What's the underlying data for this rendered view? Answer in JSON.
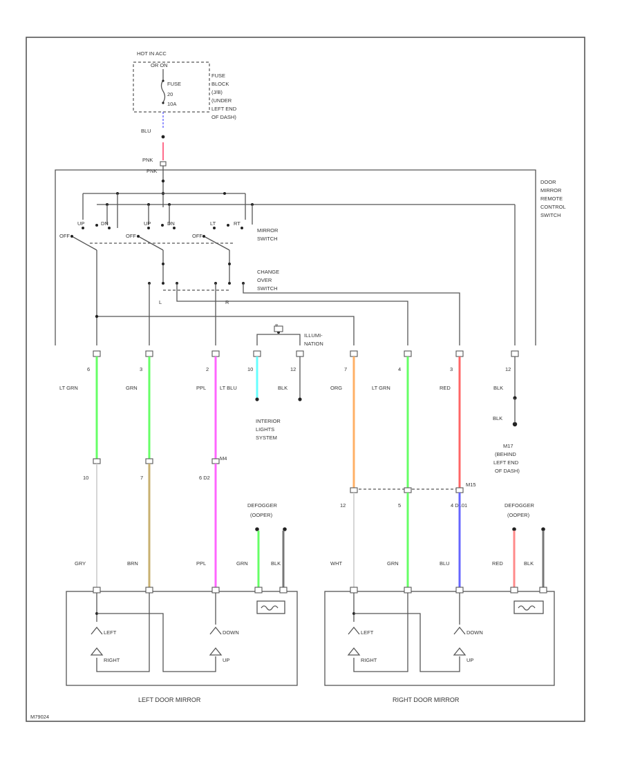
{
  "fuse_block": {
    "hot_label": "HOT IN ACC",
    "ccw_label": "OR ON",
    "fuse_label": "FUSE",
    "fuse_num": "20",
    "fuse_amp": "10A",
    "desc": [
      "FUSE",
      "BLOCK",
      "(J/B)",
      "(UNDER",
      "LEFT END",
      "OF DASH)"
    ]
  },
  "wires_top": {
    "blu": "BLU",
    "pnk": "PNK",
    "pnk2": "PNK"
  },
  "components": {
    "remote_switch": [
      "DOOR",
      "MIRROR",
      "REMOTE",
      "CONTROL",
      "SWITCH"
    ],
    "mirror_switch": [
      "MIRROR",
      "SWITCH"
    ],
    "change_over": [
      "CHANGE",
      "OVER",
      "SWITCH"
    ],
    "sw_labels": [
      "OFF",
      "UP",
      "DN",
      "OFF",
      "UP",
      "DN",
      "OFF",
      "LT",
      "RT"
    ],
    "co_labels": [
      "L",
      "R"
    ],
    "illum": [
      "ILLUMI-",
      "NATION"
    ],
    "illum_pin": "8",
    "interior": [
      "INTERIOR",
      "LIGHTS",
      "SYSTEM"
    ],
    "ground": [
      "M17",
      "(BEHIND",
      "LEFT END",
      "OF DASH)"
    ]
  },
  "switch_pins": [
    "6",
    "3",
    "2",
    "10",
    "12",
    "7",
    "4",
    "3",
    "12"
  ],
  "switch_wires": [
    "LT GRN",
    "GRN",
    "PPL",
    "LT BLU",
    "BLK",
    "ORG",
    "LT GRN",
    "RED",
    "BLK"
  ],
  "blk_ground": "BLK",
  "splice_labels": {
    "m": "M4",
    "n": "M15",
    "d": "D101"
  },
  "mirror_pins": {
    "left": [
      "10",
      "7",
      "6  D2"
    ],
    "right": [
      "12",
      "5",
      "4  D101"
    ]
  },
  "mirror_wires": {
    "left": [
      "GRY",
      "BRN",
      "PPL",
      "GRN",
      "BLK"
    ],
    "right": [
      "WHT",
      "GRN",
      "BLU",
      "RED",
      "BLK"
    ]
  },
  "defogger": [
    "DEFOGGER",
    "(OOPER)"
  ],
  "motor_labels": [
    "LEFT",
    "RIGHT",
    "DOWN",
    "UP"
  ],
  "left_mirror": "LEFT DOOR MIRROR",
  "right_mirror": "RIGHT DOOR MIRROR",
  "footer_code": "M79024"
}
